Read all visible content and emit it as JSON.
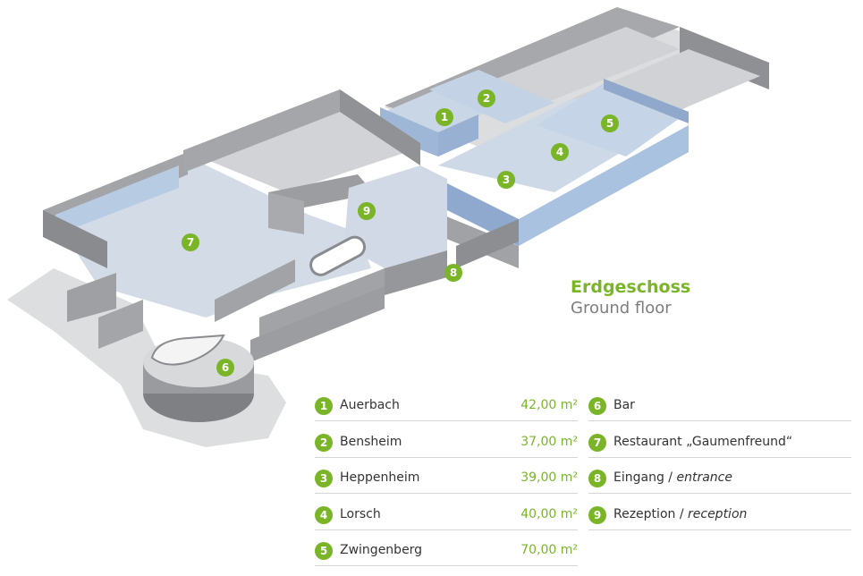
{
  "heading": {
    "de": "Erdgeschoss",
    "en": "Ground floor"
  },
  "colors": {
    "accent": "#7ab528",
    "room_glass": "#a9c2df",
    "wall": "#9d9ea2",
    "floor": "#d4d6d9",
    "text": "#333333",
    "muted": "#7d7d7d"
  },
  "rooms_left": [
    {
      "num": "1",
      "name": "Auerbach",
      "area": "42,00 m²"
    },
    {
      "num": "2",
      "name": "Bensheim",
      "area": "37,00 m²"
    },
    {
      "num": "3",
      "name": "Heppenheim",
      "area": "39,00 m²"
    },
    {
      "num": "4",
      "name": "Lorsch",
      "area": "40,00 m²"
    },
    {
      "num": "5",
      "name": "Zwingenberg",
      "area": "70,00 m²"
    }
  ],
  "rooms_right": [
    {
      "num": "6",
      "name": "Bar",
      "sub": ""
    },
    {
      "num": "7",
      "name": "Restaurant „Gaumenfreund“",
      "sub": ""
    },
    {
      "num": "8",
      "name": "Eingang /",
      "sub": "entrance"
    },
    {
      "num": "9",
      "name": "Rezeption /",
      "sub": "reception"
    }
  ],
  "plan_markers": [
    "1",
    "2",
    "3",
    "4",
    "5",
    "6",
    "7",
    "8",
    "9"
  ]
}
